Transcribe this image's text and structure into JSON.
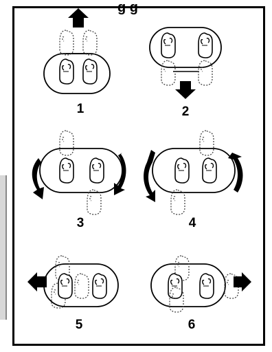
{
  "header": {
    "title_fragment": "g            g"
  },
  "steps": [
    {
      "number": "1",
      "direction": "up"
    },
    {
      "number": "2",
      "direction": "down"
    },
    {
      "number": "3",
      "direction": "rotate-clockwise"
    },
    {
      "number": "4",
      "direction": "rotate-counterclockwise"
    },
    {
      "number": "5",
      "direction": "left"
    },
    {
      "number": "6",
      "direction": "right"
    }
  ],
  "colors": {
    "ink": "#000000",
    "background": "#ffffff",
    "dotted": "#444444"
  }
}
